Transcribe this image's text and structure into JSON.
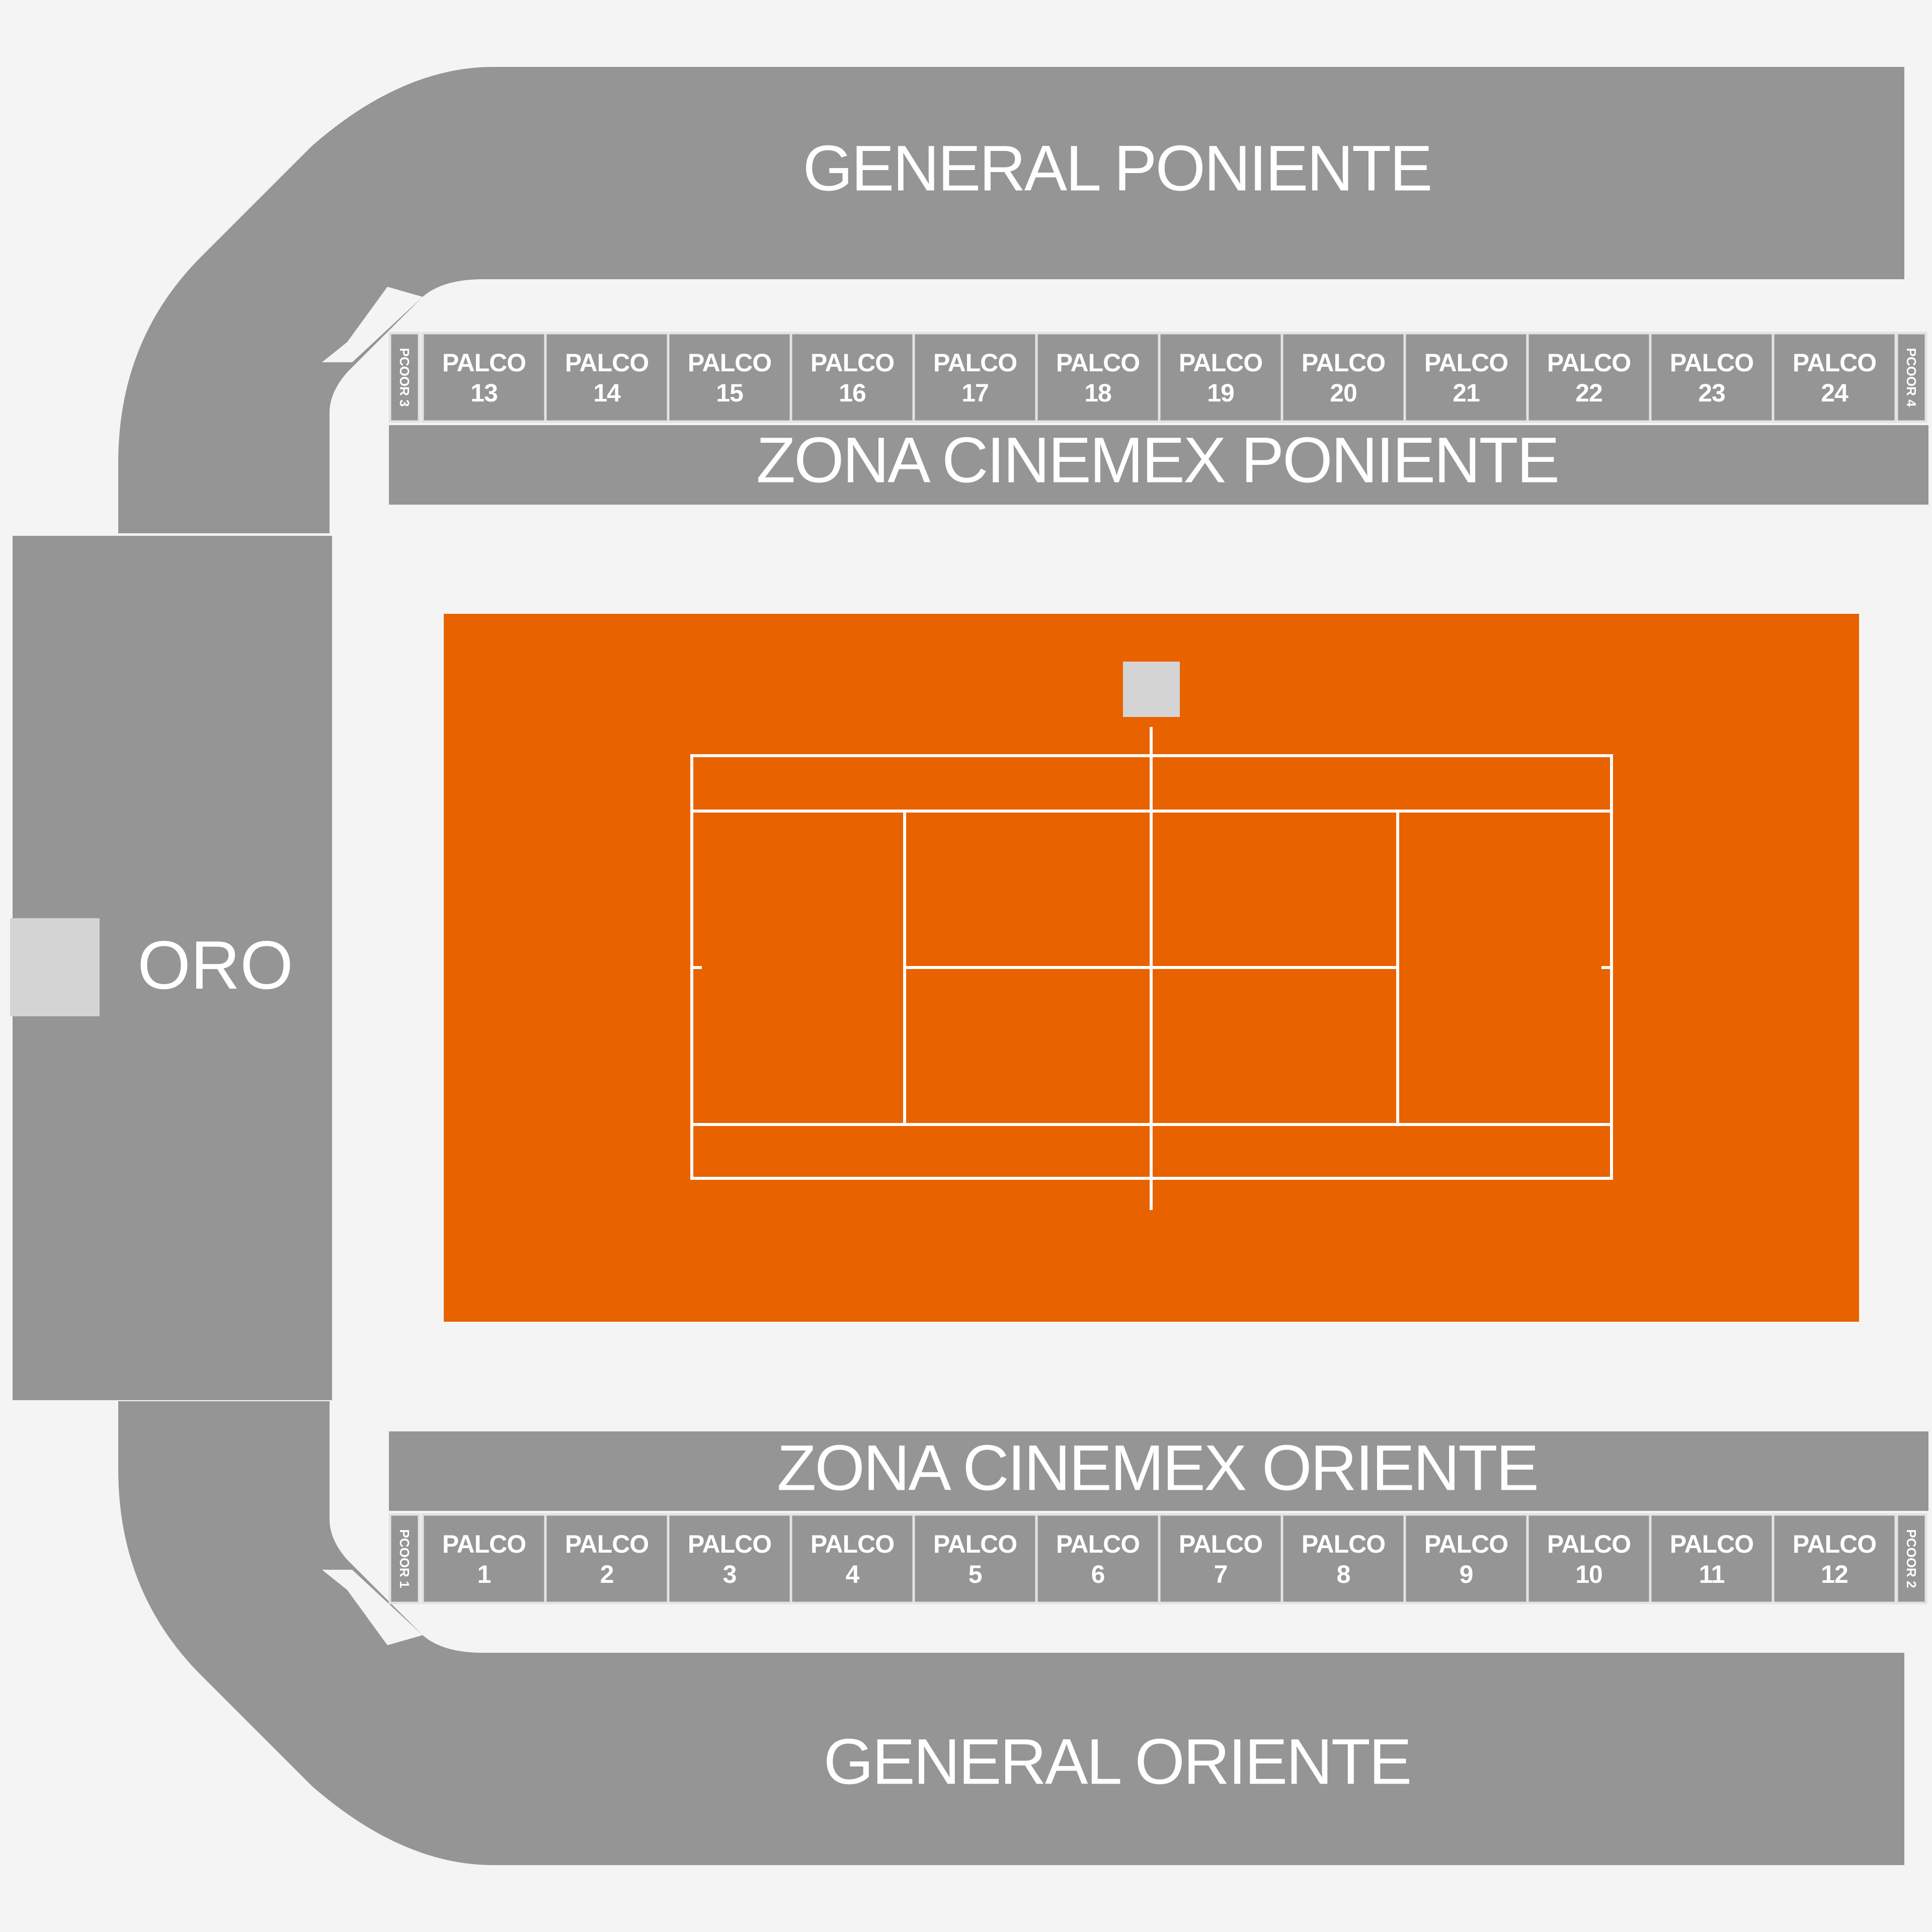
{
  "sections": {
    "general_poniente": "GENERAL PONIENTE",
    "zona_cinemex_poniente": "ZONA CINEMEX PONIENTE",
    "oro": "ORO",
    "zona_cinemex_oriente": "ZONA CINEMEX ORIENTE",
    "general_oriente": "GENERAL ORIENTE"
  },
  "palcos_poniente": [
    {
      "line1": "PALCO",
      "line2": "13"
    },
    {
      "line1": "PALCO",
      "line2": "14"
    },
    {
      "line1": "PALCO",
      "line2": "15"
    },
    {
      "line1": "PALCO",
      "line2": "16"
    },
    {
      "line1": "PALCO",
      "line2": "17"
    },
    {
      "line1": "PALCO",
      "line2": "18"
    },
    {
      "line1": "PALCO",
      "line2": "19"
    },
    {
      "line1": "PALCO",
      "line2": "20"
    },
    {
      "line1": "PALCO",
      "line2": "21"
    },
    {
      "line1": "PALCO",
      "line2": "22"
    },
    {
      "line1": "PALCO",
      "line2": "23"
    },
    {
      "line1": "PALCO",
      "line2": "24"
    }
  ],
  "palcos_oriente": [
    {
      "line1": "PALCO",
      "line2": "1"
    },
    {
      "line1": "PALCO",
      "line2": "2"
    },
    {
      "line1": "PALCO",
      "line2": "3"
    },
    {
      "line1": "PALCO",
      "line2": "4"
    },
    {
      "line1": "PALCO",
      "line2": "5"
    },
    {
      "line1": "PALCO",
      "line2": "6"
    },
    {
      "line1": "PALCO",
      "line2": "7"
    },
    {
      "line1": "PALCO",
      "line2": "8"
    },
    {
      "line1": "PALCO",
      "line2": "9"
    },
    {
      "line1": "PALCO",
      "line2": "10"
    },
    {
      "line1": "PALCO",
      "line2": "11"
    },
    {
      "line1": "PALCO",
      "line2": "12"
    }
  ],
  "corner_boxes": {
    "poniente_left": "PCOOR 3",
    "poniente_right": "PCOOR 4",
    "oriente_left": "PCOOR 1",
    "oriente_right": "PCOOR 2"
  },
  "colors": {
    "section": "#959595",
    "court": "#e86200",
    "court_lines": "#ffffff",
    "background": "#f4f4f4",
    "marker": "#d4d4d4"
  }
}
